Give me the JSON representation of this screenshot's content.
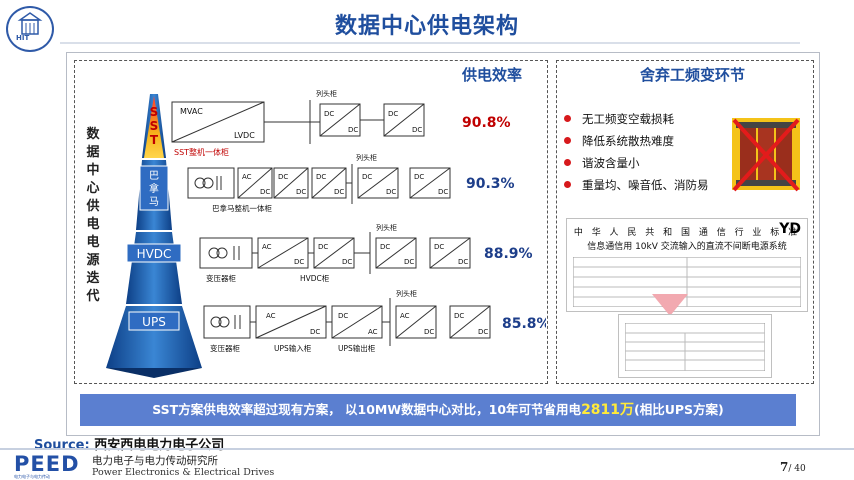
{
  "header": {
    "title": "数据中心供电架构",
    "logo_label": "HIT"
  },
  "left_panel": {
    "title": "供电效率",
    "vertical_label": "数据中心供电电源迭代",
    "tiers": [
      {
        "name": "SST",
        "cabinet_label": "SST整机一体柜",
        "column_head": "列头柜",
        "efficiency": "90.8%",
        "converter_top": "MVAC",
        "converter_bottom": "LVDC"
      },
      {
        "name": "巴拿马",
        "cabinet_label": "巴拿马整机一体柜",
        "column_head": "列头柜",
        "efficiency": "90.3%"
      },
      {
        "name": "HVDC",
        "cabinet_labels": [
          "变压器柜",
          "HVDC柜"
        ],
        "column_head": "列头柜",
        "efficiency": "88.9%"
      },
      {
        "name": "UPS",
        "cabinet_labels": [
          "变压器柜",
          "UPS输入柜",
          "UPS输出柜"
        ],
        "column_head": "列头柜",
        "efficiency": "85.8%"
      }
    ],
    "converter_labels": {
      "dc": "DC",
      "ac": "AC"
    }
  },
  "right_panel": {
    "title": "舍弃工频变环节",
    "bullets": [
      "无工频变空载损耗",
      "降低系统散热难度",
      "谐波含量小",
      "重量均、噪音低、消防易"
    ],
    "standard_doc": {
      "logo": "YD",
      "line1": "中 华 人 民 共 和 国 通 信 行 业 标 准",
      "line2": "信息通信用 10kV 交流输入的直流不间断电源系统"
    }
  },
  "banner": {
    "text_before": "SST方案供电效率超过现有方案， 以10MW数据中心对比，10年可节省用电",
    "highlight": "2811万",
    "text_after": "(相比UPS方案)"
  },
  "footer": {
    "source_label": "Source:",
    "source_name": "西安西电电力电子公司",
    "brand": "PEED",
    "brand_sub": "电力电子与电力传动",
    "institute_cn": "电力电子与电力传动研究所",
    "institute_en": "Power Electronics & Electrical Drives",
    "page_current": "7",
    "page_total": "/ 40"
  },
  "colors": {
    "title_blue": "#1f4e9e",
    "banner_blue": "#5b7fd0",
    "highlight_yellow": "#ffea3a",
    "sst_red": "#c00000",
    "bullet_red": "#d7191c"
  }
}
